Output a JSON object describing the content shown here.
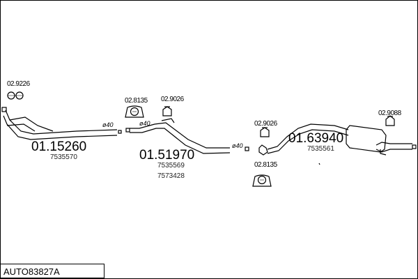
{
  "title": "AUTO83827A",
  "parts": {
    "front_pipe": {
      "code": "01.15260",
      "ref": "7535570"
    },
    "middle_silencer": {
      "code": "01.51970",
      "ref1": "7535569",
      "ref2": "7573428"
    },
    "rear_silencer": {
      "code": "01.63940",
      "ref": "7535561"
    }
  },
  "clamps": {
    "c1": "02.9226",
    "c2": "02.8135",
    "c3": "02.9026",
    "c4": "02.9026",
    "c5": "02.8135",
    "c6": "02.9088"
  },
  "diameters": {
    "d1": "ø40",
    "d2": "ø40",
    "d3": "ø40"
  },
  "colors": {
    "line": "#000000",
    "background": "#ffffff"
  }
}
